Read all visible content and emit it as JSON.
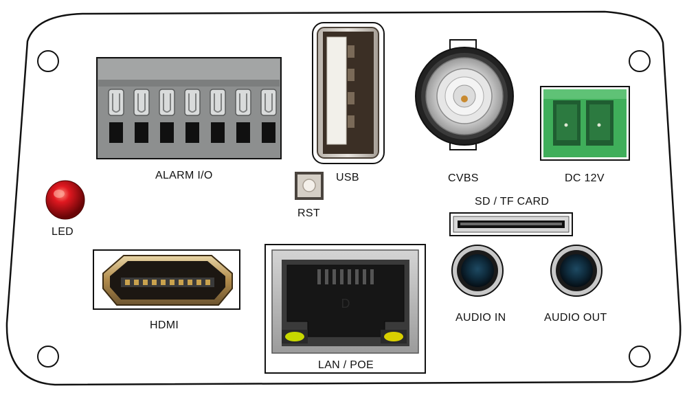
{
  "labels": {
    "alarm": "ALARM  I/O",
    "usb": "USB",
    "rst": "RST",
    "cvbs": "CVBS",
    "dc": "DC 12V",
    "led": "LED",
    "sd": "SD / TF CARD",
    "hdmi": "HDMI",
    "lan": "LAN / POE",
    "audio_in": "AUDIO IN",
    "audio_out": "AUDIO OUT"
  },
  "colors": {
    "panel_outline": "#111111",
    "led_red": "#d0151b",
    "dc_green": "#3fae5a",
    "alarm_grey": "#8c8e8e",
    "lan_led": "#c7d800"
  }
}
